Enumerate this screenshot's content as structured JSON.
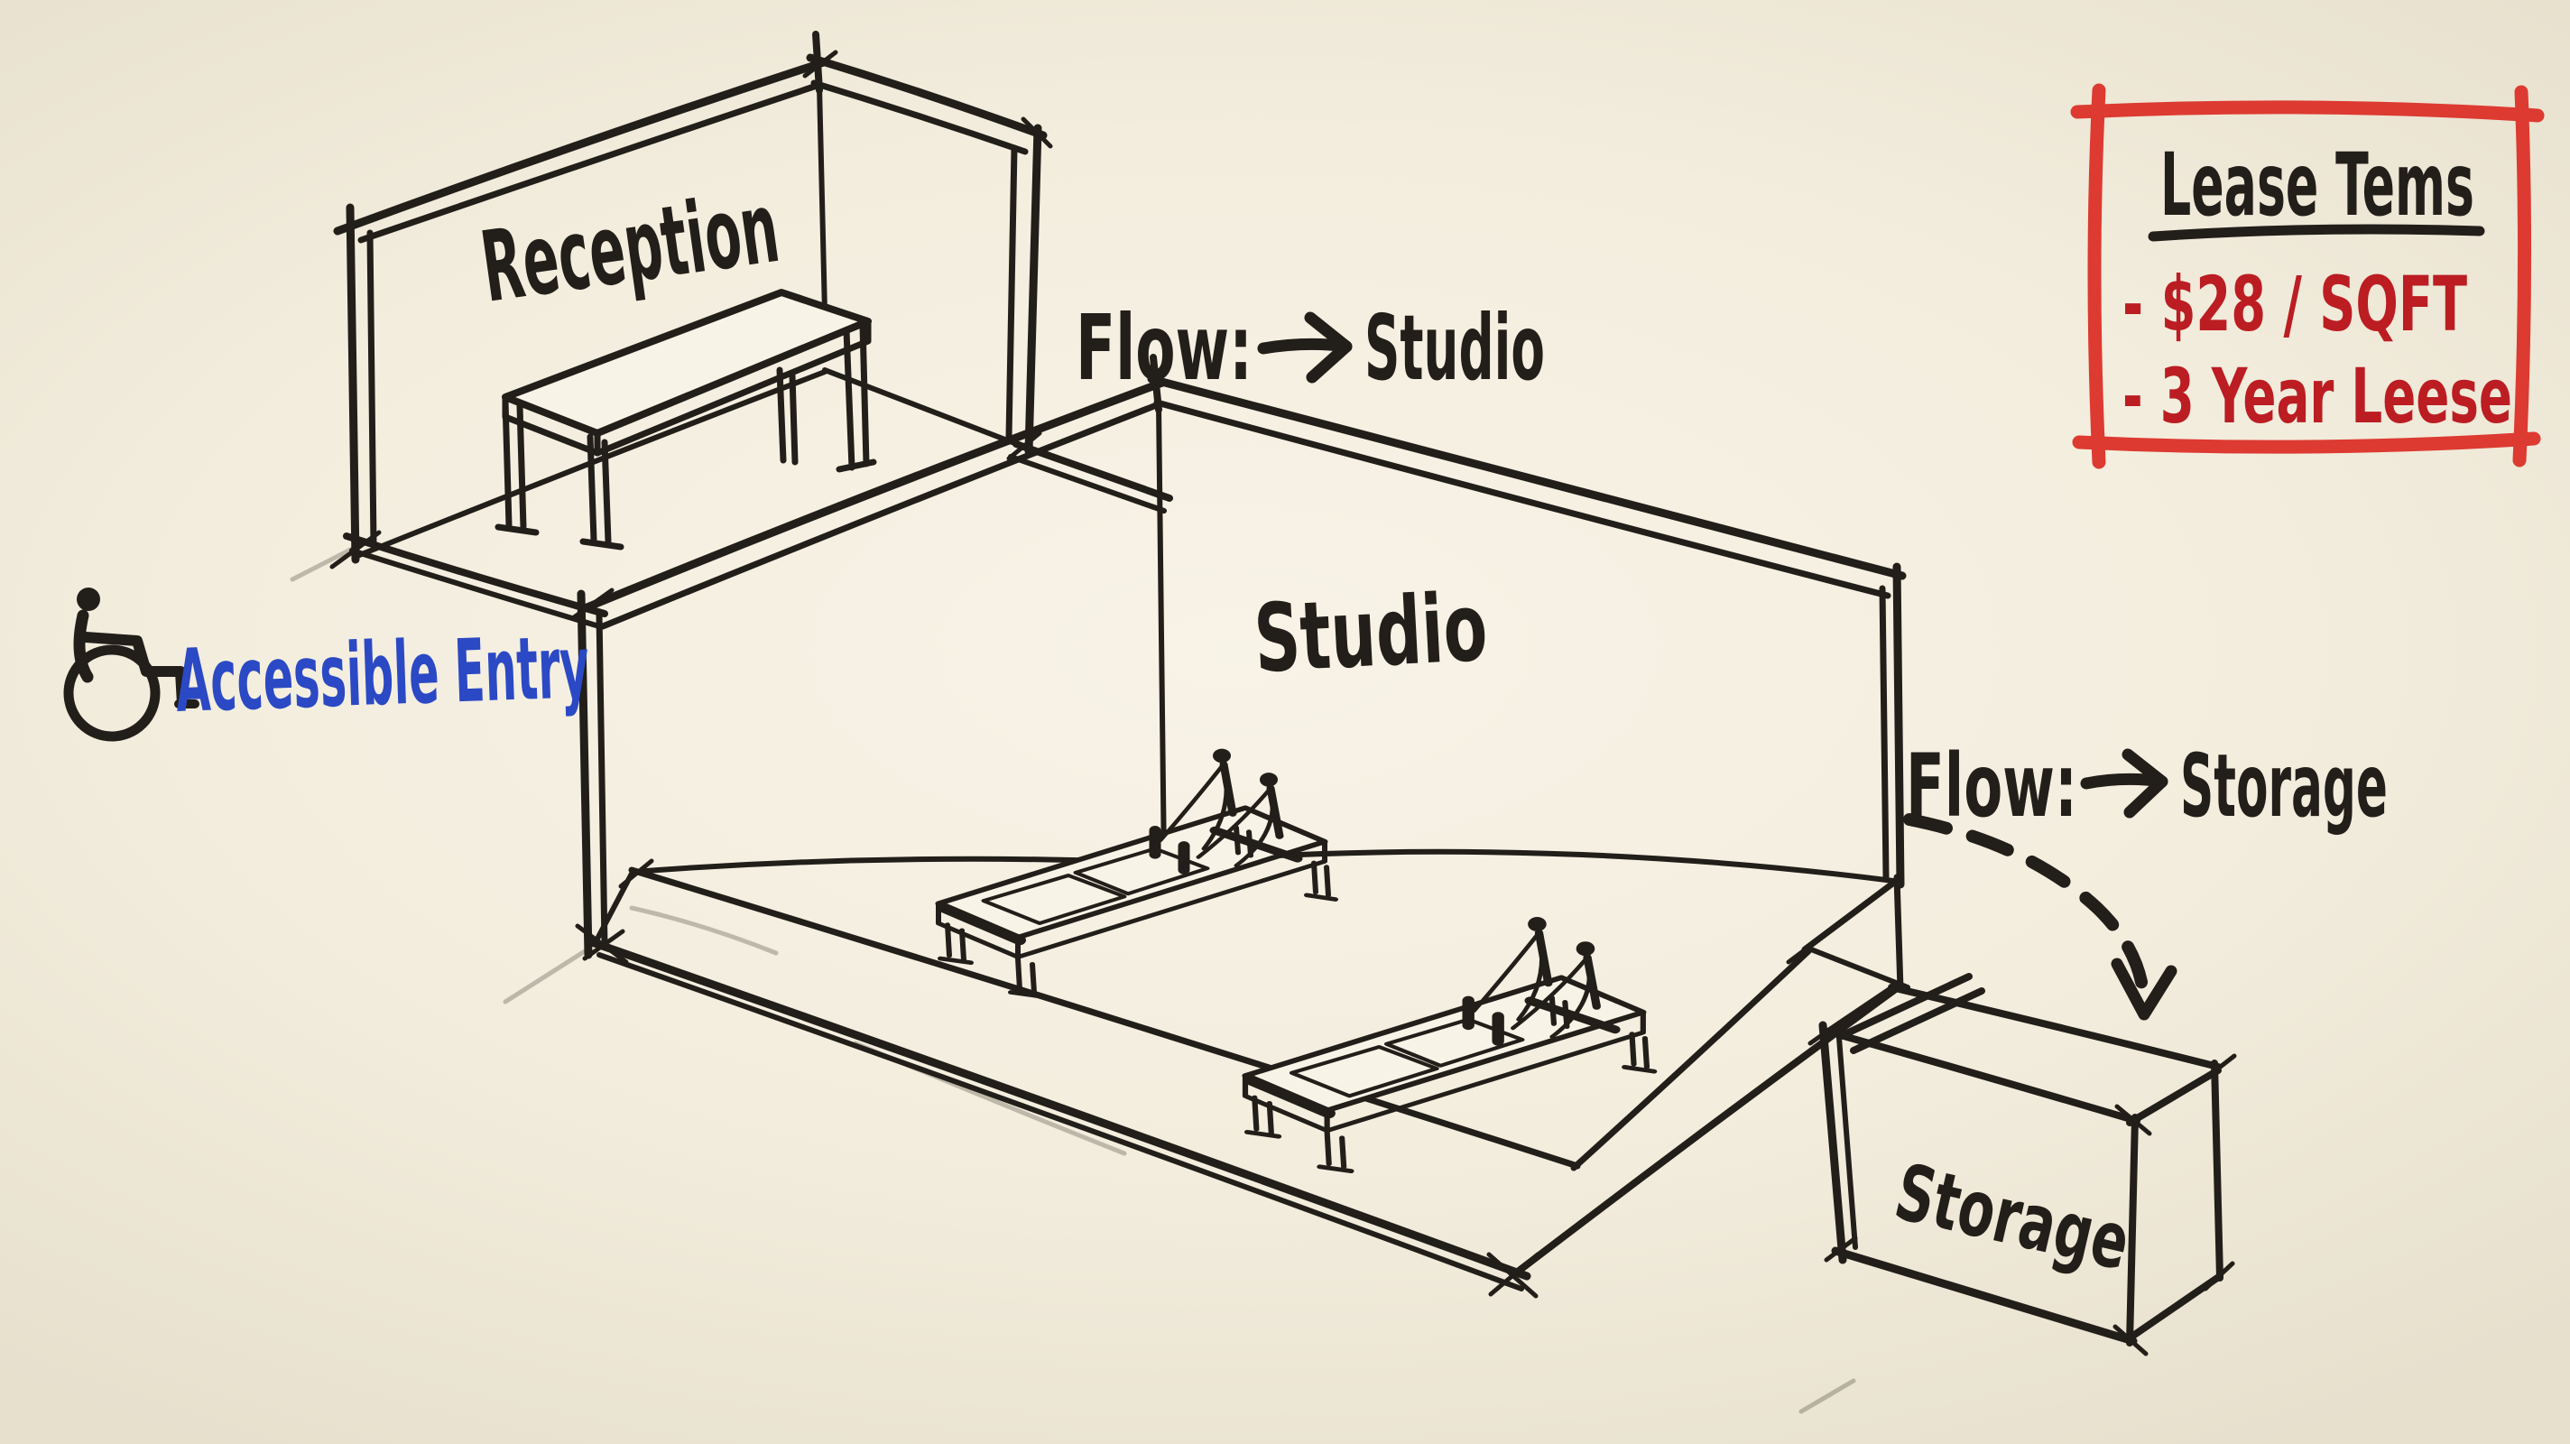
{
  "labels": {
    "reception": "Reception",
    "studio": "Studio",
    "storage": "Storage",
    "accessible_entry": "Accessible Entry",
    "flow_to_studio": {
      "prefix": "Flow:",
      "target": "Studio"
    },
    "flow_to_storage": {
      "prefix": "Flow:",
      "target": "Storage"
    }
  },
  "lease_panel": {
    "title": "Lease Tems",
    "items": [
      "- $28 / SQFT",
      "- 3 Year Leese"
    ]
  },
  "icons": {
    "wheelchair": "wheelchair-accessibility-icon",
    "flow_arrow": "hand-drawn-right-arrow-icon",
    "storage_flow_arrow": "dashed-curved-down-arrow-icon",
    "reformer": "pilates-reformer-icon"
  },
  "colors": {
    "paper": "#f3edde",
    "paper-light": "#f8f3e7",
    "paper-dark": "#e7e0cd",
    "ink": "#221e19",
    "accent-blue": "#2b49c4",
    "accent-red": "#dd3a31",
    "red-text": "#bb1d22"
  }
}
